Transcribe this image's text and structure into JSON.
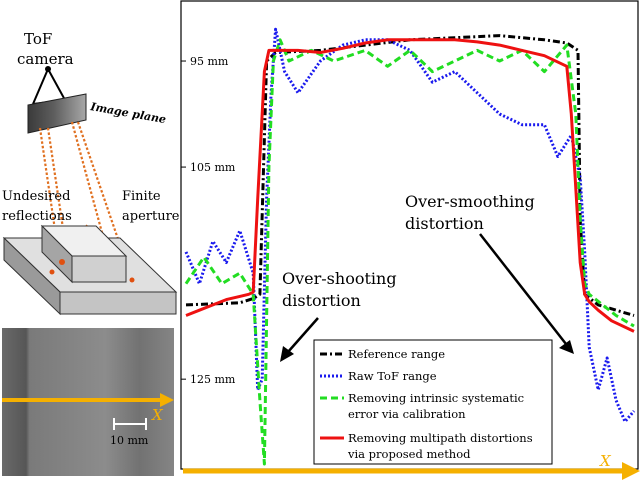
{
  "left_panel": {
    "camera_label_line1": "ToF",
    "camera_label_line2": "camera",
    "image_plane_label": "Image plane",
    "left_label_line1": "Undesired",
    "left_label_line2": "reflections",
    "right_label_line1": "Finite",
    "right_label_line2": "aperture",
    "photo_axis_label": "X",
    "scale_bar_label": "10 mm"
  },
  "annotations": {
    "overshoot_line1": "Over-shooting",
    "overshoot_line2": "distortion",
    "oversmooth_line1": "Over-smoothing",
    "oversmooth_line2": "distortion"
  },
  "colors": {
    "reference": "#000000",
    "raw": "#1a1aee",
    "calibrated": "#22dd22",
    "proposed": "#ee1111",
    "axis_arrow": "#f5b000",
    "ray": "#e07020"
  },
  "chart_data": {
    "type": "line",
    "xlabel": "X",
    "ylabel": "",
    "y_ticks": [
      "95 mm",
      "105 mm",
      "125 mm"
    ],
    "y_tick_values": [
      95,
      105,
      125
    ],
    "ylim": [
      90,
      133
    ],
    "xlim": [
      0,
      100
    ],
    "y_inverted": true,
    "legend_position": "bottom-center",
    "series": [
      {
        "name": "Reference range",
        "style": "dash-dot",
        "x": [
          0,
          12,
          15,
          16.5,
          18,
          20,
          30,
          40,
          50,
          60,
          70,
          80,
          85,
          87.5,
          88,
          89,
          92,
          96,
          100
        ],
        "y": [
          118,
          117.8,
          117.4,
          117,
          95,
          94.2,
          94,
          93.5,
          93,
          92.8,
          92.6,
          93,
          93.3,
          94,
          110,
          117,
          118,
          118.5,
          119
        ]
      },
      {
        "name": "Raw ToF range",
        "style": "dotted",
        "x": [
          0,
          3,
          6,
          9,
          12,
          15,
          16,
          17,
          18,
          19,
          20,
          22,
          25,
          30,
          35,
          40,
          45,
          50,
          55,
          60,
          65,
          70,
          75,
          80,
          83,
          86,
          88,
          89,
          90,
          92,
          94,
          96,
          98,
          100
        ],
        "y": [
          113,
          116,
          112,
          114,
          111,
          115,
          126,
          125,
          108,
          98,
          92,
          96,
          98,
          95,
          93.5,
          93,
          93,
          94,
          97,
          96,
          98,
          100,
          101,
          101,
          104,
          102,
          106,
          113,
          122,
          126,
          123,
          127,
          129,
          128
        ],
        "annotation": "Raw ToF range"
      },
      {
        "name": "Removing intrinsic systematic error via calibration",
        "style": "dashed",
        "x": [
          0,
          4,
          8,
          12,
          15,
          16.5,
          17.5,
          18.5,
          19.5,
          21,
          23,
          28,
          33,
          40,
          45,
          50,
          55,
          60,
          65,
          70,
          75,
          80,
          85,
          87,
          88,
          89,
          90,
          93,
          96,
          100
        ],
        "y": [
          116,
          113.5,
          116,
          115,
          117,
          127,
          133,
          105,
          95,
          93,
          95,
          94,
          95,
          94,
          95.5,
          94,
          96,
          95,
          94,
          95,
          94,
          96,
          93.5,
          100,
          110,
          116,
          117,
          118,
          119,
          120
        ]
      },
      {
        "name": "Removing multipath distortions via proposed method",
        "style": "solid",
        "x": [
          0,
          3,
          6,
          9,
          12,
          14,
          15,
          16,
          17.5,
          18.5,
          20,
          25,
          30,
          35,
          40,
          45,
          50,
          55,
          60,
          65,
          70,
          75,
          80,
          85,
          86,
          87,
          88,
          89,
          90,
          92,
          95,
          100
        ],
        "y": [
          119,
          118.5,
          118,
          117.5,
          117.2,
          117,
          116.8,
          108,
          96,
          94,
          94,
          94,
          94.2,
          93.8,
          93.3,
          93,
          93,
          93,
          93,
          93.2,
          93.5,
          94,
          94.5,
          95.5,
          100,
          107,
          114,
          117,
          117.7,
          118.5,
          119.5,
          120.5
        ]
      }
    ]
  }
}
